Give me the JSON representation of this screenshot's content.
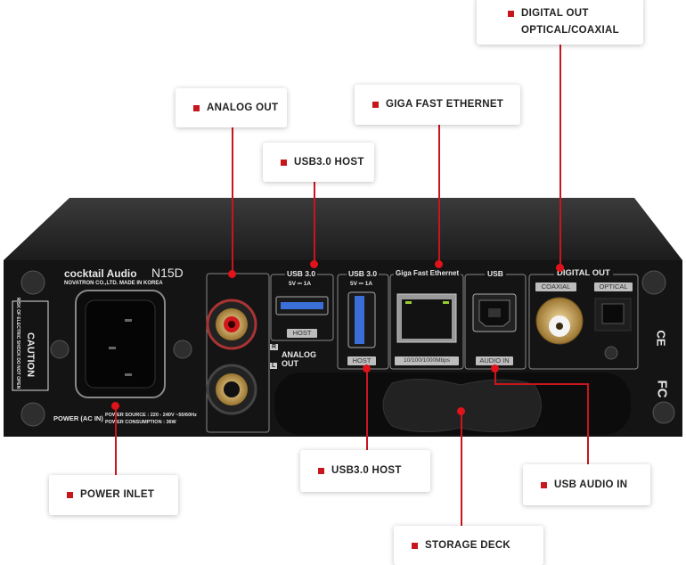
{
  "callouts": {
    "digital_out": {
      "line1": "DIGITAL OUT",
      "line2": "OPTICAL/COAXIAL"
    },
    "analog_out": "ANALOG OUT",
    "giga_ethernet": "GIGA FAST ETHERNET",
    "usb_host_top": "USB3.0 HOST",
    "power_inlet": "POWER INLET",
    "usb_host_bottom": "USB3.0 HOST",
    "usb_audio_in": "USB AUDIO IN",
    "storage_deck": "STORAGE DECK"
  },
  "device": {
    "brand": "cocktail Audio",
    "model": "N15D",
    "maker": "NOVATRON CO.,LTD.  MADE IN KOREA",
    "caution": "CAUTION",
    "caution_sub": "RISK OF ELECTRIC SHOCK DO NOT OPEN",
    "power_label": "POWER (AC IN)",
    "power_source": "POWER SOURCE : 220 - 240V ~50/60Hz",
    "power_consumption": "POWER CONSUMPTION : 36W",
    "analog_out": "ANALOG OUT",
    "r": "R",
    "l": "L",
    "usb30_a": "USB 3.0",
    "usb30_b": "USB 3.0",
    "usb_power": "5V ⎓ 1A",
    "host": "HOST",
    "ethernet": "Giga Fast Ethernet",
    "ethernet_speed": "10/100/1000Mbps",
    "usb": "USB",
    "audio_in": "AUDIO IN",
    "digital_out": "DIGITAL OUT",
    "coaxial": "COAXIAL",
    "optical": "OPTICAL",
    "fc": "FC",
    "ce": "CE"
  },
  "colors": {
    "accent": "#c8161d",
    "panel": "#141414"
  }
}
